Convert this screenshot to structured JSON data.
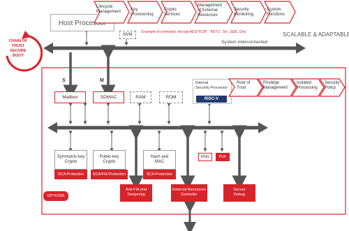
{
  "header": {
    "host_processor": "Host Processor",
    "chevrons": [
      "Lifecycle\nManagement",
      "Key\nProvisioning",
      "Crypto\nServices",
      "Management\nof External\nResources",
      "Security\nMonitoring",
      "Custom\nFunctions"
    ],
    "nvm": "NVM",
    "example_command": "Example of command: decrypt AES(\"ECB\", \"KEY1\", Src, SIZE, Dst)",
    "scalable": "SCALABLE & ADAPTABLE",
    "system_bus": "System interconnected"
  },
  "chain_of_trust": "CHAIN OF\nTRUST\nSECURE BOOT",
  "core": {
    "s_label": "S",
    "m_label": "M",
    "mailbox": "Mailbox",
    "sdmac": "SDMAC",
    "ram": "RAM",
    "rom": "ROM",
    "internal_processor": "Internal\nSecurity Processor",
    "riscv": "RISC-V",
    "right_chevrons": [
      "Root of\nTrust",
      "Privilege\nManagement",
      "Isolated\nProcessing",
      "Security\nPolicy"
    ],
    "symmetric": "Symmetric-key\nCrypto",
    "publickey": "Public-key\nCrypto",
    "hash": "Hash and\nMAC",
    "sca": "SCA Protection",
    "scafia": "SCA/FIA Protection",
    "sca2": "SCA Protection",
    "rng": "RNG",
    "puf": "PUF",
    "options": "OPTIONS",
    "antifia": "Anti-FIA and\nTampering",
    "ext_ctrl": "External Resources\nController",
    "secure_debug": "Secure\nDebug"
  },
  "colors": {
    "accent": "#d8232a",
    "bus": "#555555",
    "box_border": "#999999"
  }
}
